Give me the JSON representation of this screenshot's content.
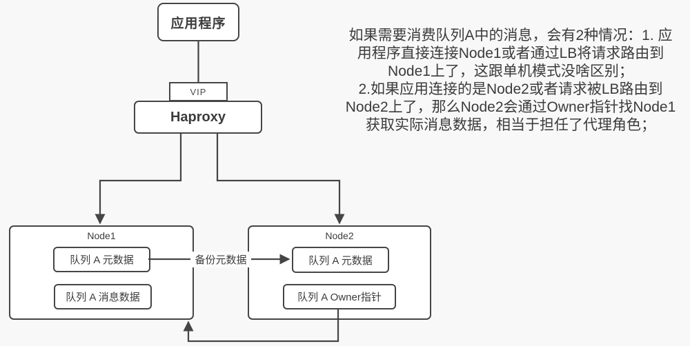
{
  "diagram": {
    "app_label": "应用程序",
    "vip_label": "VIP",
    "haproxy_label": "Haproxy",
    "node1": {
      "title": "Node1",
      "items": [
        "队列 A 元数据",
        "队列 A 消息数据"
      ]
    },
    "node2": {
      "title": "Node2",
      "items": [
        "队列 A 元数据",
        "队列 A Owner指针"
      ]
    },
    "edge_label": "备份元数据"
  },
  "annotation": {
    "lines": [
      "如果需要消费队列A中的消息，会有2种情况：1. 应",
      "用程序直接连接Node1或者通过LB将请求路由到",
      "Node1上了，这跟单机模式没啥区别；",
      "2.如果应用连接的是Node2或者请求被LB路由到",
      "Node2上了，那么Node2会通过Owner指针找Node1",
      "获取实际消息数据，相当于担任了代理角色；"
    ]
  },
  "colors": {
    "background": "#f8f8f8",
    "stroke": "#454545",
    "box_fill": "#ffffff",
    "text": "#3c3c3c"
  }
}
